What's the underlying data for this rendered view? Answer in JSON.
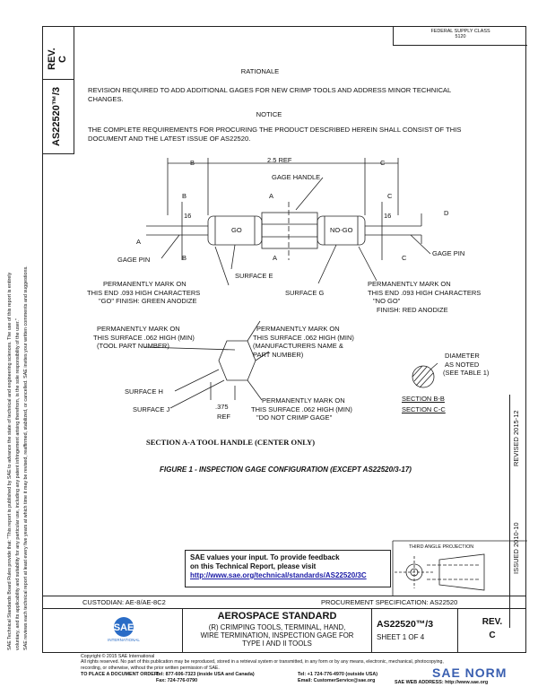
{
  "header": {
    "rev_label": "REV.",
    "rev_value": "C",
    "doc_number": "AS22520™/3",
    "fed_supply_class_line1": "FEDERAL SUPPLY CLASS",
    "fed_supply_class_line2": "5120"
  },
  "body": {
    "rationale_title": "RATIONALE",
    "rationale_text": "REVISION REQUIRED TO ADD ADDITIONAL GAGES FOR NEW CRIMP TOOLS AND ADDRESS MINOR TECHNICAL CHANGES.",
    "notice_title": "NOTICE",
    "notice_text": "THE COMPLETE REQUIREMENTS FOR PROCURING THE PRODUCT DESCRIBED HEREIN SHALL CONSIST OF THIS DOCUMENT AND THE LATEST ISSUE OF AS22520."
  },
  "figure": {
    "dim_b": "B",
    "dim_25ref": "2.5 REF",
    "dim_c": "C",
    "gage_handle": "GAGE HANDLE",
    "label_a": "A",
    "label_d": "D",
    "label_16": "16",
    "go_text": "GO",
    "nogo_text": "NO-GO",
    "gage_pin_left": "GAGE PIN",
    "gage_pin_right": "GAGE PIN",
    "surface_e": "SURFACE E",
    "surface_g": "SURFACE G",
    "mark_left_1": "PERMANENTLY MARK ON",
    "mark_left_2": "THIS END .093 HIGH CHARACTERS",
    "mark_left_3": "\"GO\" FINISH: GREEN ANODIZE",
    "mark_right_1": "PERMANENTLY MARK ON",
    "mark_right_2": "THIS END .093 HIGH CHARACTERS",
    "mark_right_3": "\"NO GO\"",
    "mark_right_4": "FINISH: RED ANODIZE",
    "hex_mark1_1": "PERMANENTLY MARK ON",
    "hex_mark1_2": "THIS SURFACE .062 HIGH (MIN)",
    "hex_mark1_3": "(TOOL PART NUMBER)",
    "hex_mark2_1": "PERMANENTLY MARK ON",
    "hex_mark2_2": "THIS SURFACE .062 HIGH (MIN)",
    "hex_mark2_3": "(MANUFACTURERS NAME &",
    "hex_mark2_4": "PART NUMBER)",
    "surface_h": "SURFACE H",
    "surface_j": "SURFACE J",
    "dim_375": ".375",
    "dim_ref": "REF",
    "hex_mark3_1": "PERMANENTLY MARK ON",
    "hex_mark3_2": "THIS SURFACE .062 HIGH (MIN)",
    "hex_mark3_3": "\"DO NOT CRIMP GAGE\"",
    "section_aa": "SECTION A-A TOOL HANDLE  (CENTER ONLY)",
    "diameter_1": "DIAMETER",
    "diameter_2": "AS NOTED",
    "diameter_3": "(SEE TABLE 1)",
    "section_bb": "SECTION B-B",
    "section_cc": "SECTION C-C",
    "caption": "FIGURE 1 - INSPECTION GAGE CONFIGURATION (EXCEPT AS22520/3-17)"
  },
  "feedback": {
    "line1": "SAE values your input. To provide feedback",
    "line2": "on this Technical Report, please visit",
    "link": "http://www.sae.org/technical/standards/AS22520/3C"
  },
  "third_angle": "THIRD ANGLE PROJECTION",
  "side_right": {
    "issued": "ISSUED 2010-10",
    "revised": "REVISED 2015-12"
  },
  "side_left": {
    "line1": "SAE Technical Standards Board Rules provide that: \"This report is published by SAE to advance the state of technical and engineering sciences. The use of this report is entirely",
    "line2": "voluntary, and its applicability and suitability for any particular use, including any patent infringement arising therefrom, is the sole responsibility of the user.\"",
    "line3": "SAE reviews each technical report at least every five years at which time it may be revised, reaffirmed, stabilized, or cancelled. SAE invites your written comments and suggestions."
  },
  "footer": {
    "custodian": "CUSTODIAN: AE-8/AE-8C2",
    "procurement": "PROCUREMENT SPECIFICATION: AS22520",
    "sae_text": "SAE",
    "sae_sub": "INTERNATIONAL",
    "aero_title": "AEROSPACE STANDARD",
    "desc_1": "(R) CRIMPING TOOLS, TERMINAL, HAND,",
    "desc_2": "WIRE TERMINATION, INSPECTION GAGE FOR",
    "desc_3": "TYPE I AND II TOOLS",
    "doc_number": "AS22520™/3",
    "sheet": "SHEET 1 OF 4",
    "rev_label": "REV.",
    "rev_value": "C"
  },
  "copyright": {
    "line1": "Copyright © 2015 SAE International",
    "line2": "All rights reserved. No part of this publication may be reproduced, stored in a retrieval system or transmitted, in any form or by any means, electronic, mechanical, photocopying,",
    "line3": "recording, or otherwise, without the prior written permission of SAE.",
    "order_label": "TO PLACE A DOCUMENT ORDER:",
    "tel": "Tel: 877-606-7323 (inside USA and Canada)",
    "tel2": "Tel: +1 724-776-4970 (outside USA)",
    "fax": "Fax: 724-776-0790",
    "email": "Email: CustomerService@sae.org",
    "web": "SAE WEB ADDRESS: http://www.sae.org"
  },
  "watermark": "SAE NORM"
}
